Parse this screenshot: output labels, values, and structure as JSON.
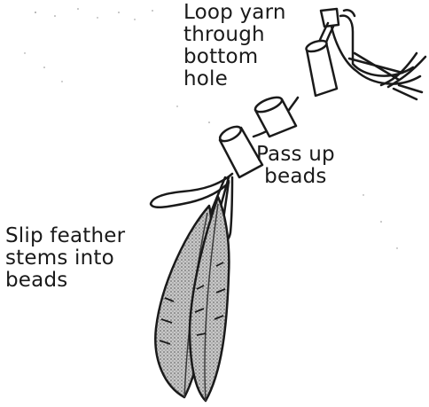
{
  "labels": {
    "loop": "Loop yarn\nthrough\nbottom\nhole",
    "pass": "Pass up\nbeads",
    "slip": "Slip feather\nstems into\nbeads"
  },
  "icons": [
    "hoop-icon",
    "bead-icon",
    "feather-icon",
    "yarn-icon"
  ],
  "colors": {
    "ink": "#1a1a1a",
    "feather_shade": "#9a9a9a",
    "background": "#ffffff"
  }
}
